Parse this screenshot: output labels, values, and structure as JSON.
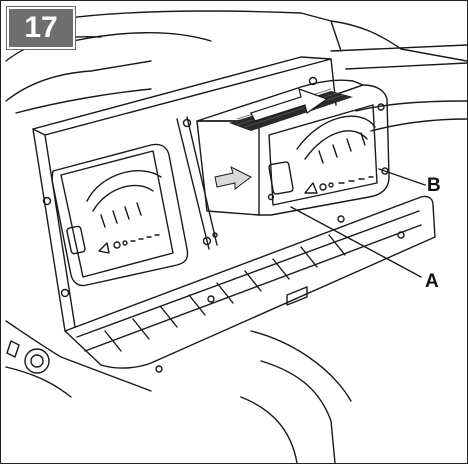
{
  "figure": {
    "step_number": "17",
    "callouts": {
      "a": "A",
      "b": "B"
    }
  }
}
